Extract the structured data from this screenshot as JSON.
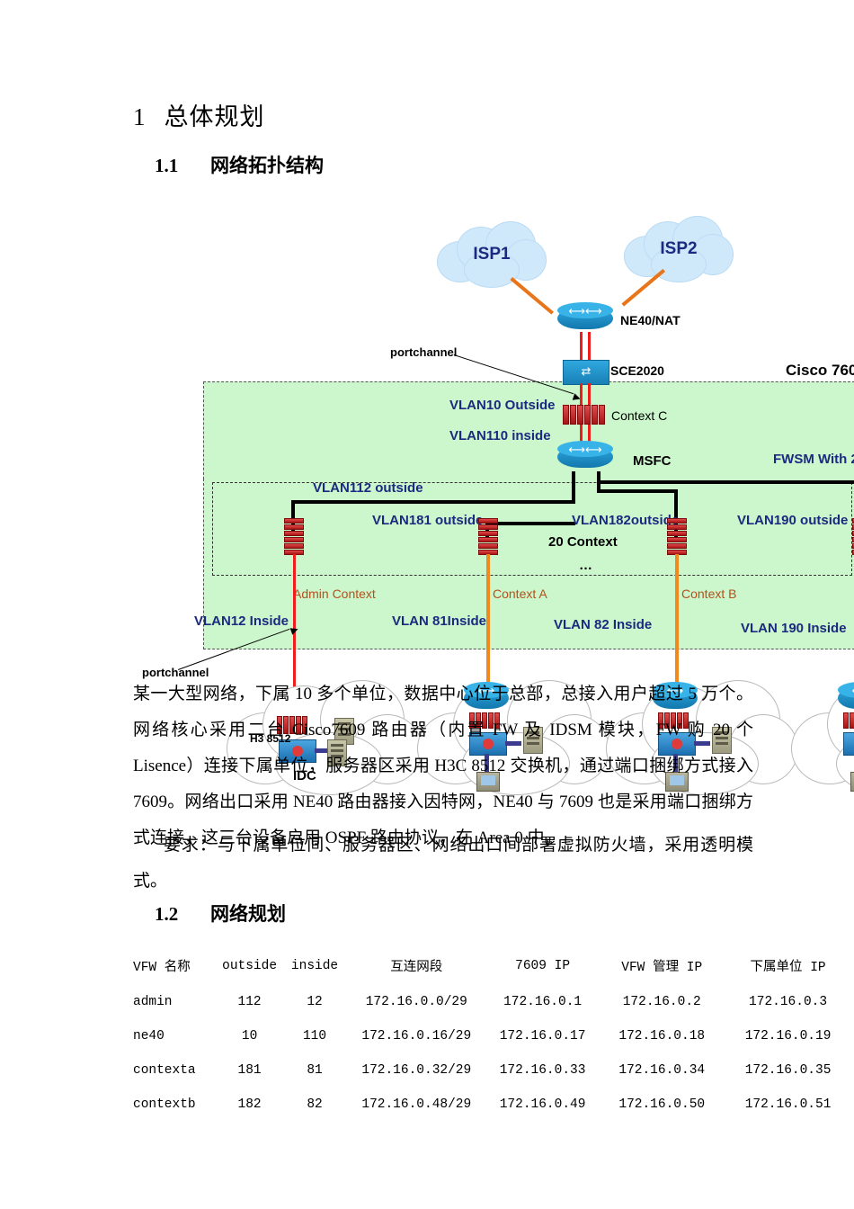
{
  "headings": {
    "h1_num": "1",
    "h1_text": "总体规划",
    "s11_num": "1.1",
    "s11_text": "网络拓扑结构",
    "s12_num": "1.2",
    "s12_text": "网络规划"
  },
  "diagram": {
    "clouds": {
      "isp1": "ISP1",
      "isp2": "ISP2"
    },
    "devices": {
      "ne40": "NE40/NAT",
      "sce": "SCE2020",
      "msfc": "MSFC",
      "chassis": "Cisco 760",
      "fwsm": "FWSM With 2",
      "context_c": "Context C",
      "context_admin": "Admin Context",
      "context_a": "Context A",
      "context_b": "Context B",
      "twenty_context": "20 Context",
      "ellipsis": "…"
    },
    "vlans": {
      "v10_out": "VLAN10 Outside",
      "v110_in": "VLAN110 inside",
      "v112_out": "VLAN112 outside",
      "v181_out": "VLAN181 outside",
      "v182_out": "VLAN182outside",
      "v190_out": "VLAN190 outside",
      "v12_in": "VLAN12 Inside",
      "v81_in": "VLAN 81Inside",
      "v82_in": "VLAN 82 Inside",
      "v190_in": "VLAN 190 Inside"
    },
    "annotations": {
      "portchannel_top": "portchannel",
      "portchannel_bottom": "portchannel",
      "h3_8512": "H3 8512",
      "idc": "IDC"
    }
  },
  "body": {
    "p1": "某一大型网络，下属 10 多个单位，数据中心位于总部，总接入用户超过 5 万个。网络核心采用二台 Cisco7609 路由器（内置 FW 及 IDSM 模块，FW 购 20 个 Lisence）连接下属单位，服务器区采用 H3C 8512 交换机，通过端口捆绑方式接入 7609。网络出口采用 NE40 路由器接入因特网，NE40 与 7609 也是采用端口捆绑方式连接，这三台设备启用 OSPF 路由协议，在 Area 0 中。",
    "p2": "要求：与下属单位间、服务器区、网络出口间部署虚拟防火墙，采用透明模式。"
  },
  "table": {
    "headers": [
      "VFW 名称",
      "outside",
      "inside",
      "互连网段",
      "7609 IP",
      "VFW 管理 IP",
      "下属单位 IP"
    ],
    "rows": [
      [
        "admin",
        "112",
        "12",
        "172.16.0.0/29",
        "172.16.0.1",
        "172.16.0.2",
        "172.16.0.3"
      ],
      [
        "ne40",
        "10",
        "110",
        "172.16.0.16/29",
        "172.16.0.17",
        "172.16.0.18",
        "172.16.0.19"
      ],
      [
        "contexta",
        "181",
        "81",
        "172.16.0.32/29",
        "172.16.0.33",
        "172.16.0.34",
        "172.16.0.35"
      ],
      [
        "contextb",
        "182",
        "82",
        "172.16.0.48/29",
        "172.16.0.49",
        "172.16.0.50",
        "172.16.0.51"
      ]
    ]
  }
}
